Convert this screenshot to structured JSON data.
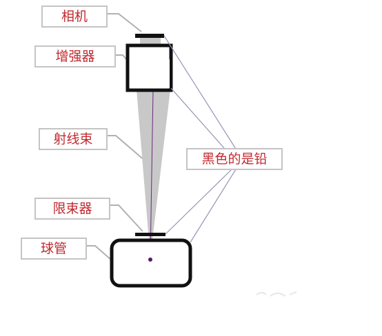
{
  "labels": {
    "camera": "相机",
    "intensifier": "增强器",
    "beam": "射线束",
    "collimator": "限束器",
    "tube": "球管",
    "lead_note": "黑色的是铅"
  },
  "colors": {
    "label_text": "#c0292f",
    "label_border": "#c4c4c4",
    "leader_line": "#b0b0b0",
    "pointer_line": "#9a92b4",
    "beam_fill": "#c8c8c8",
    "component_stroke": "#111111",
    "focal_spot": "#5a1a66"
  }
}
